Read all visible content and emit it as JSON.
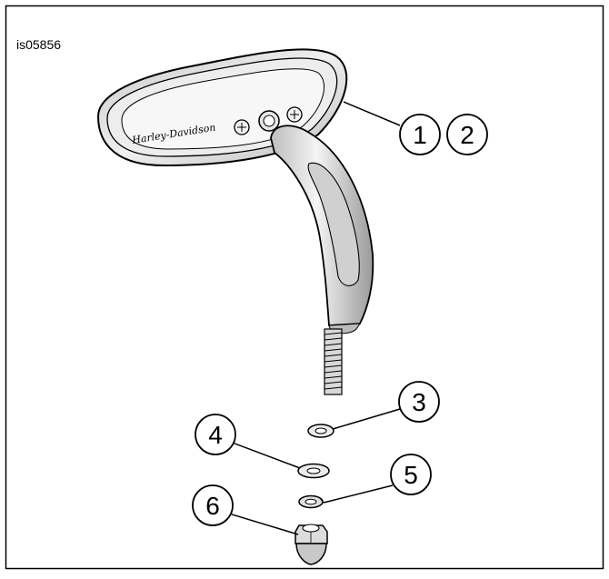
{
  "figure_id": "is05856",
  "logo_text": "Harley-Davidson",
  "callouts": [
    "1",
    "2",
    "3",
    "4",
    "5",
    "6"
  ]
}
